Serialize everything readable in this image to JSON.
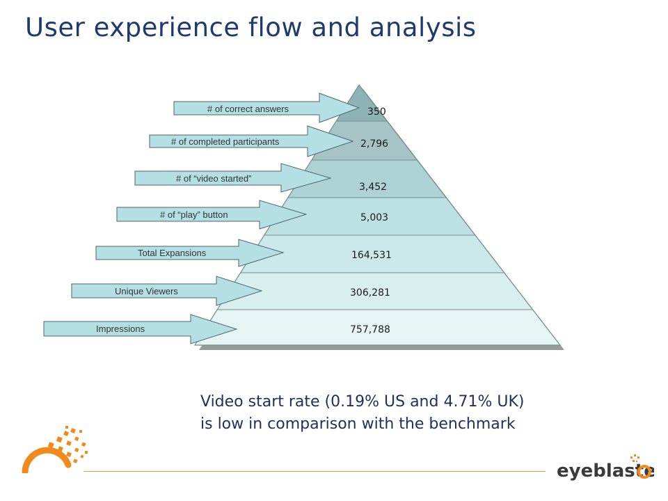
{
  "title": "User experience flow and analysis",
  "funnel": {
    "tiers": [
      {
        "label": "# of correct answers",
        "value": "350"
      },
      {
        "label": "# of completed participants",
        "value": "2,796"
      },
      {
        "label": "# of “video started”",
        "value": "3,452"
      },
      {
        "label": "# of “play” button",
        "value": "5,003"
      },
      {
        "label": "Total Expansions",
        "value": "164,531"
      },
      {
        "label": "Unique Viewers",
        "value": "306,281"
      },
      {
        "label": "Impressions",
        "value": "757,788"
      }
    ]
  },
  "conclusion": {
    "line1": "Video start rate (0.19% US and 4.71% UK)",
    "line2": "is low in comparison with the benchmark"
  },
  "footer": {
    "logo_text": "eyeblaster"
  },
  "colors": {
    "title": "#1f3a6e",
    "arrow_fill": "#b5e0e3",
    "tier_top": "#8fb3b4",
    "tier_bottom": "#e6f4f4",
    "accent_orange": "#f08a1c"
  }
}
